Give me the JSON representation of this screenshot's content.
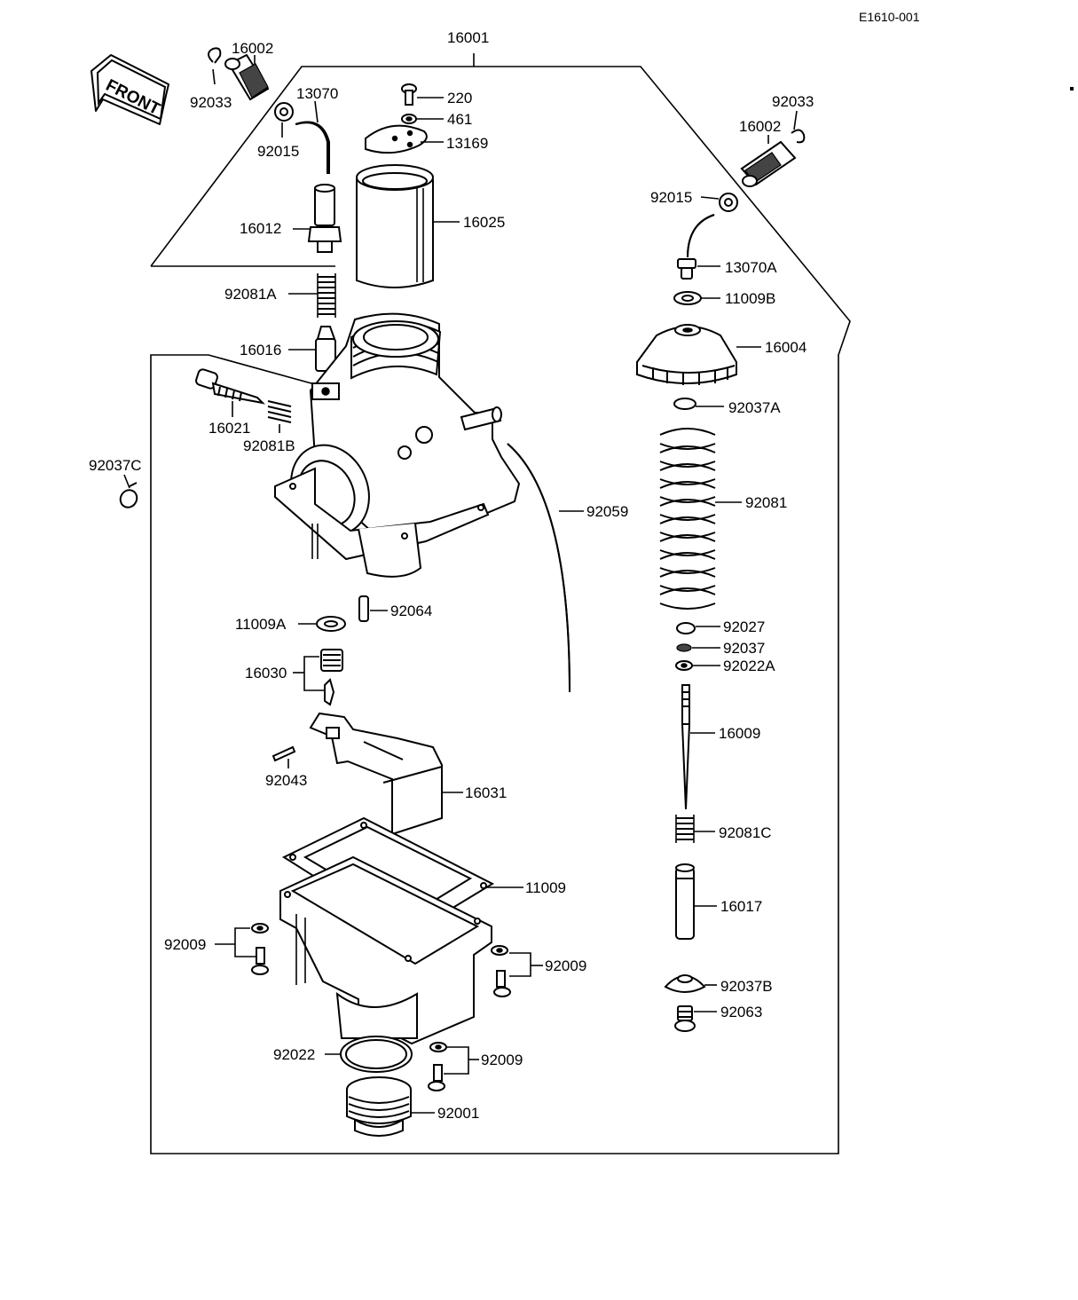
{
  "diagram": {
    "ref_code": "E1610-001",
    "front_label": "FRONT",
    "labels": [
      {
        "id": "l16001",
        "text": "16001"
      },
      {
        "id": "l16002a",
        "text": "16002"
      },
      {
        "id": "l92033a",
        "text": "92033"
      },
      {
        "id": "l13070",
        "text": "13070"
      },
      {
        "id": "l92015a",
        "text": "92015"
      },
      {
        "id": "l220",
        "text": "220"
      },
      {
        "id": "l461",
        "text": "461"
      },
      {
        "id": "l13169",
        "text": "13169"
      },
      {
        "id": "l16012",
        "text": "16012"
      },
      {
        "id": "l16025",
        "text": "16025"
      },
      {
        "id": "l92081A",
        "text": "92081A"
      },
      {
        "id": "l16016",
        "text": "16016"
      },
      {
        "id": "l16021",
        "text": "16021"
      },
      {
        "id": "l92081B",
        "text": "92081B"
      },
      {
        "id": "l92037C",
        "text": "92037C"
      },
      {
        "id": "l92059",
        "text": "92059"
      },
      {
        "id": "l92064",
        "text": "92064"
      },
      {
        "id": "l11009A",
        "text": "11009A"
      },
      {
        "id": "l16030",
        "text": "16030"
      },
      {
        "id": "l92043",
        "text": "92043"
      },
      {
        "id": "l16031",
        "text": "16031"
      },
      {
        "id": "l11009",
        "text": "11009"
      },
      {
        "id": "l92009a",
        "text": "92009"
      },
      {
        "id": "l92009b",
        "text": "92009"
      },
      {
        "id": "l92022",
        "text": "92022"
      },
      {
        "id": "l92009c",
        "text": "92009"
      },
      {
        "id": "l92001",
        "text": "92001"
      },
      {
        "id": "l92033b",
        "text": "92033"
      },
      {
        "id": "l16002b",
        "text": "16002"
      },
      {
        "id": "l92015b",
        "text": "92015"
      },
      {
        "id": "l13070A",
        "text": "13070A"
      },
      {
        "id": "l11009B",
        "text": "11009B"
      },
      {
        "id": "l16004",
        "text": "16004"
      },
      {
        "id": "l92037A",
        "text": "92037A"
      },
      {
        "id": "l92081",
        "text": "92081"
      },
      {
        "id": "l92027",
        "text": "92027"
      },
      {
        "id": "l92037",
        "text": "92037"
      },
      {
        "id": "l92022A",
        "text": "92022A"
      },
      {
        "id": "l16009",
        "text": "16009"
      },
      {
        "id": "l92081C",
        "text": "92081C"
      },
      {
        "id": "l16017",
        "text": "16017"
      },
      {
        "id": "l92037B",
        "text": "92037B"
      },
      {
        "id": "l92063",
        "text": "92063"
      }
    ]
  }
}
